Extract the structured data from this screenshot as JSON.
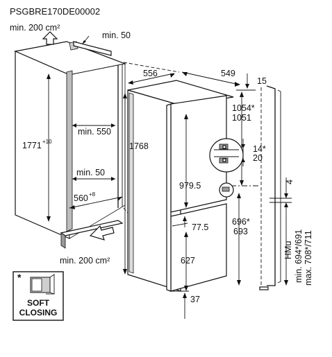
{
  "product_code": "PSGBRE170DE00002",
  "labels": {
    "top_vent_area": "min. 200 cm²",
    "top_depth_gap": "min. 50",
    "niche_height": "1771",
    "niche_height_tolerance": "+10",
    "niche_depth": "min. 550",
    "rear_gap": "min. 50",
    "niche_width": "560",
    "niche_width_tolerance": "+8",
    "bottom_vent_area": "min. 200 cm²",
    "appliance_width": "556",
    "appliance_depth": "549",
    "appliance_height": "1768",
    "top_offset": "15",
    "upper_hinge_a": "1054*",
    "upper_hinge_b": "1051",
    "hinge_gap_a": "14*",
    "hinge_gap_b": "20",
    "door_upper_height": "979.5",
    "lower_hinge_a": "696*",
    "lower_hinge_b": "693",
    "door_gap": "77.5",
    "door_lower_height": "627",
    "bottom_offset": "37",
    "side_gap": "4",
    "furniture_label": "HMu",
    "furniture_min": "min. 694*/691",
    "furniture_max": "max. 708*/711",
    "badge_star": "*",
    "badge_line1": "SOFT",
    "badge_line2": "CLOSING"
  }
}
